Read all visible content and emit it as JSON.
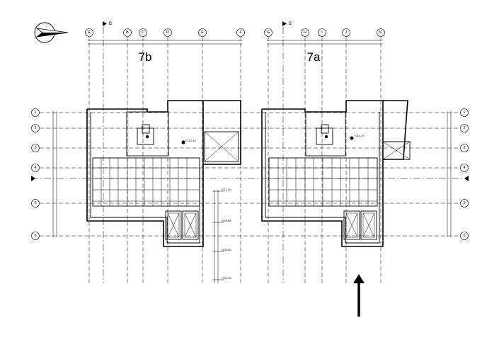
{
  "titles": {
    "left": "7b",
    "right": "7a"
  },
  "section_marker": "B",
  "grid_columns_left": [
    "A",
    "B",
    "C",
    "D",
    "E",
    "F"
  ],
  "grid_columns_right": [
    "G",
    "H",
    "I",
    "J",
    "K"
  ],
  "grid_rows": [
    "1",
    "2",
    "3",
    "4",
    "5",
    "6"
  ],
  "levels_left": {
    "main": "+212.40"
  },
  "levels_right": {
    "main": "+214.70"
  },
  "elevations": [
    "+212.40",
    "+209.05",
    "+205.50",
    "+202.55"
  ],
  "colors": {
    "ink": "#000000",
    "background": "#ffffff"
  },
  "icons": {
    "north": "north-arrow-icon",
    "pointer": "up-arrow-icon",
    "section": "section-marker-icon"
  }
}
